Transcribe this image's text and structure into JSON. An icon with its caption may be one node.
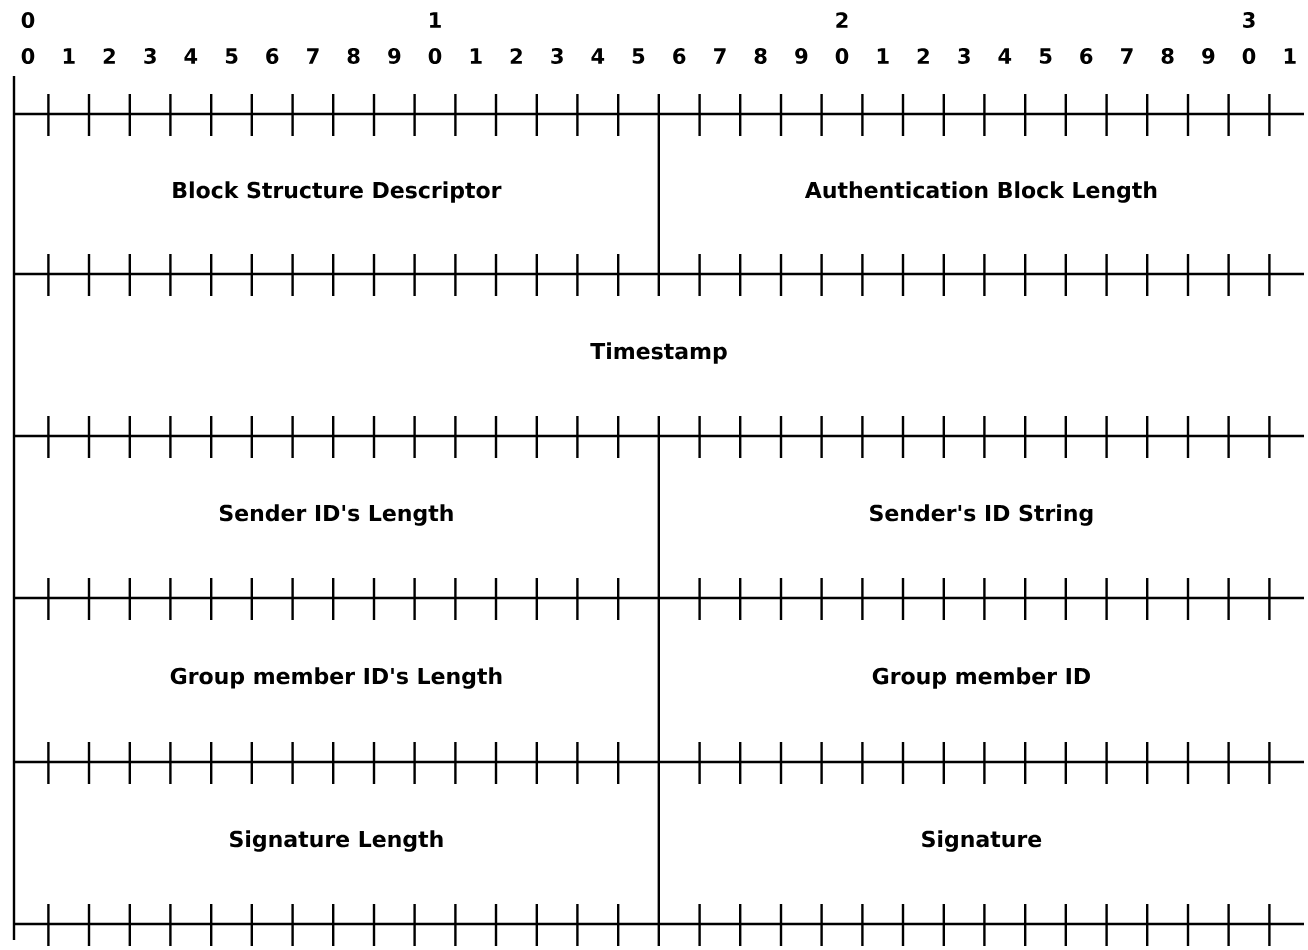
{
  "diagram": {
    "nodes": [
      {
        "text": [
          "Block Structure Descriptor"
        ]
      },
      {
        "text": [
          "Authentication Block Length"
        ]
      },
      {
        "text": [
          "Timestamp"
        ]
      },
      {
        "text": [
          "Sender ID's Length"
        ]
      },
      {
        "text": [
          "Sender's ID String"
        ]
      },
      {
        "text": [
          "Group member ID's Length"
        ]
      },
      {
        "text": [
          "Group member ID"
        ]
      },
      {
        "text": [
          "Signature Length"
        ]
      },
      {
        "text": [
          "Signature"
        ]
      }
    ],
    "labels": [
      "0",
      "1",
      "2",
      "3",
      "0",
      "1",
      "2",
      "3",
      "4",
      "5",
      "6",
      "7",
      "8",
      "9",
      "0",
      "1",
      "2",
      "3",
      "4",
      "5",
      "6",
      "7",
      "8",
      "9",
      "0",
      "1",
      "2",
      "3",
      "4",
      "5",
      "6",
      "7",
      "8",
      "9",
      "0",
      "1"
    ]
  }
}
